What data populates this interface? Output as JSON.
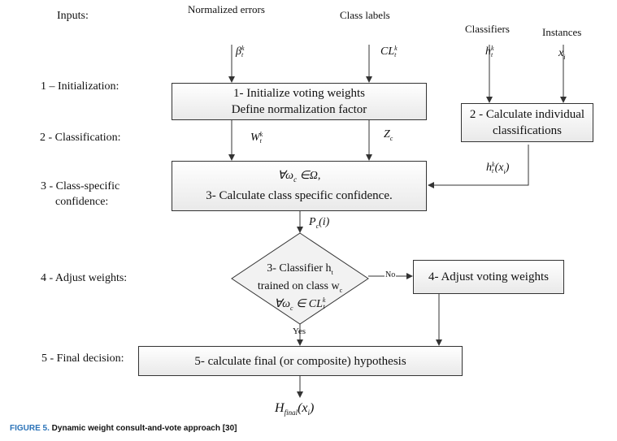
{
  "headers": {
    "inputs": "Inputs:",
    "normalized_errors": "Normalized errors",
    "class_labels": "Class labels",
    "classifiers": "Classifiers",
    "instances": "Instances"
  },
  "stages": {
    "s1": "1 – Initialization:",
    "s2": "2 - Classification:",
    "s3a": "3 - Class-specific",
    "s3b": "confidence:",
    "s4": "4 - Adjust weights:",
    "s5": "5 - Final decision:"
  },
  "symbols": {
    "beta": "β",
    "beta_sup": "k",
    "beta_sub": "t",
    "cl": "CL",
    "cl_sup": "k",
    "cl_sub": "t",
    "h": "h",
    "h_sup": "k",
    "h_sub": "t",
    "x": "x",
    "x_sub": "i",
    "w": "W",
    "w_sup": "k",
    "w_sub": "t",
    "z": "Z",
    "z_sub": "c",
    "hx": "h",
    "hx_sup": "k",
    "hx_sub": "t",
    "hx_arg": "(x",
    "hx_arg_sub": "i",
    "hx_close": ")",
    "p": "P",
    "p_sub": "c",
    "p_arg": "(i)",
    "final_h": "H",
    "final_sub": "final",
    "final_arg": "(x",
    "final_arg_sub": "i",
    "final_close": ")"
  },
  "boxes": {
    "b1_line1": "1- Initialize voting weights",
    "b1_line2": "Define normalization factor",
    "b2_line1": "2 - Calculate individual",
    "b2_line2": "classifications",
    "b3_line1": "∀ω",
    "b3_line1_sub": "c",
    "b3_line1_rest": " ∈Ω,",
    "b3_line2": "3- Calculate class specific confidence.",
    "b4": "4- Adjust voting weights",
    "b5": "5- calculate final (or composite) hypothesis"
  },
  "decision": {
    "line1": "3- Classifier h",
    "line1_sub": "t",
    "line2": "trained on class w",
    "line2_sub": "c",
    "line3": "∀ω",
    "line3_sub": "c",
    "line3_rest": " ∈ CL",
    "line3_sup": "k",
    "line3_sub2": "t",
    "yes": "Yes",
    "no": "No"
  },
  "caption": {
    "figure": "FIGURE 5.",
    "text": " Dynamic weight consult-and-vote approach [30]"
  }
}
